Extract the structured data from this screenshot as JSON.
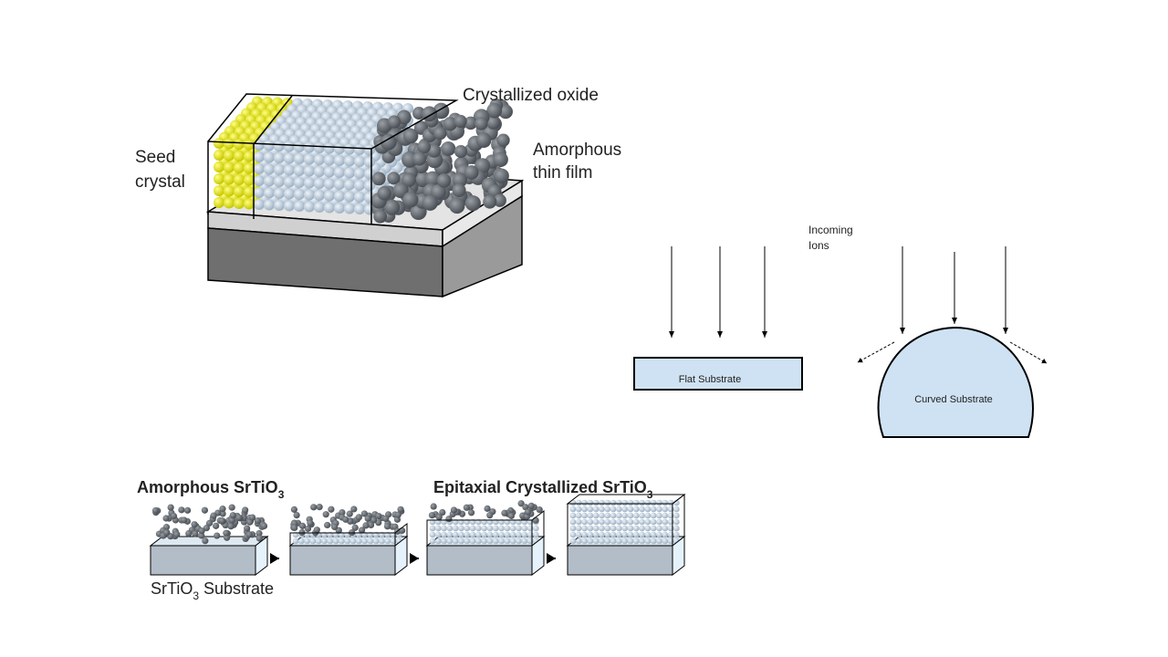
{
  "panel_seed": {
    "label_seed_line1": "Seed",
    "label_seed_line2": "crystal",
    "label_crystallized": "Crystallized oxide",
    "label_amorphous_line1": "Amorphous",
    "label_amorphous_line2": "thin film",
    "colors": {
      "seed": "#e6e600",
      "crystal": "#c8d6e4",
      "amorphous": "#6e747a",
      "substrate_top": "#d9d9d9",
      "substrate": "#7f7f7f"
    }
  },
  "panel_ions": {
    "label_incoming_line1": "Incoming",
    "label_incoming_line2": "Ions",
    "flat_label": "Flat Substrate",
    "curved_label": "Curved Substrate",
    "substrate_fill": "#cfe2f3"
  },
  "panel_srtio3": {
    "title_left": "Amorphous SrTiO",
    "title_left_sub": "3",
    "title_right": "Epitaxial Crystallized SrTiO",
    "title_right_sub": "3",
    "substrate_label_a": "SrTiO",
    "substrate_label_sub": "3",
    "substrate_label_b": " Substrate"
  }
}
